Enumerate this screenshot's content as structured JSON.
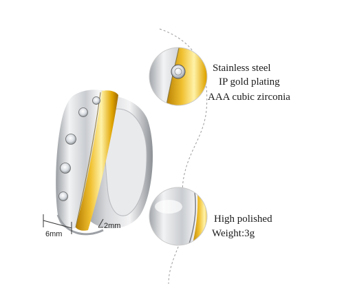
{
  "callouts": {
    "top": {
      "line1": "Stainless steel",
      "line2": "IP gold plating",
      "line3": "AAA cubic zirconia"
    },
    "bottom": {
      "line1": "High polished",
      "line2": "Weight:3g"
    }
  },
  "dimensions": {
    "width": "6mm",
    "thickness": "2mm"
  },
  "colors": {
    "silver": "#d8dadc",
    "gold": "#e6a800",
    "background": "#ffffff"
  }
}
